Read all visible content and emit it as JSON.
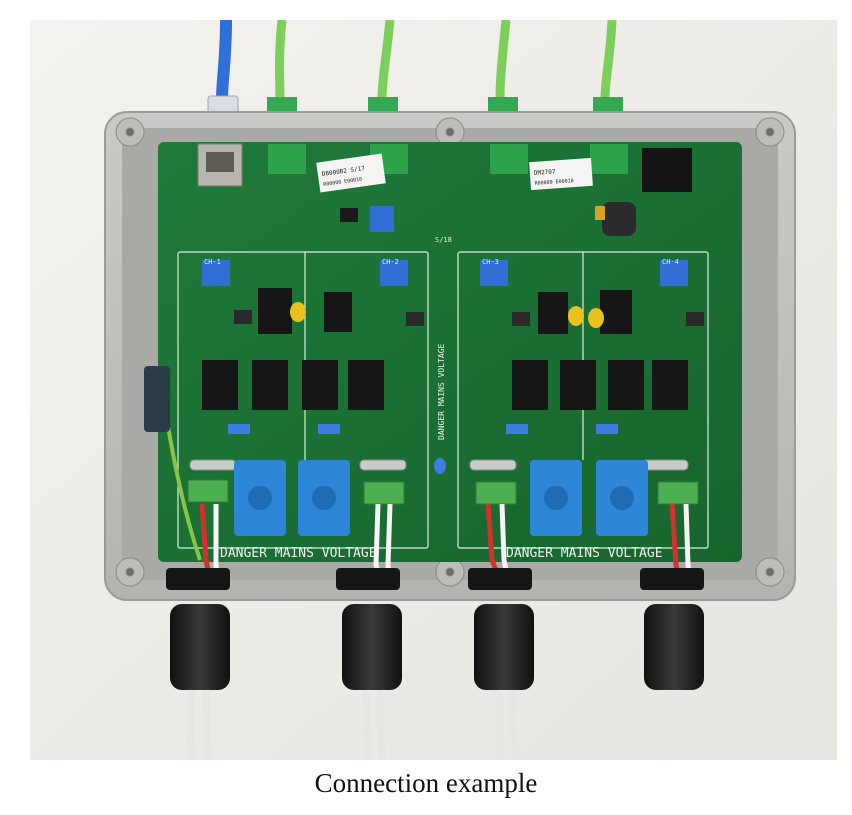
{
  "figure": {
    "caption": "Connection example",
    "board": {
      "channel_labels": [
        "CH-1",
        "CH-2",
        "CH-3",
        "CH-4"
      ],
      "warning_left": "DANGER MAINS VOLTAGE",
      "warning_right": "DANGER MAINS VOLTAGE",
      "warning_center": "DANGER MAINS VOLTAGE",
      "revision_mark": "S/18",
      "sticker_left_line1": "DB000B2 S/17",
      "sticker_left_line2": "R00000 E00010",
      "sticker_right_line1": "DM2707",
      "sticker_right_line2": "R00000 E00010"
    }
  }
}
